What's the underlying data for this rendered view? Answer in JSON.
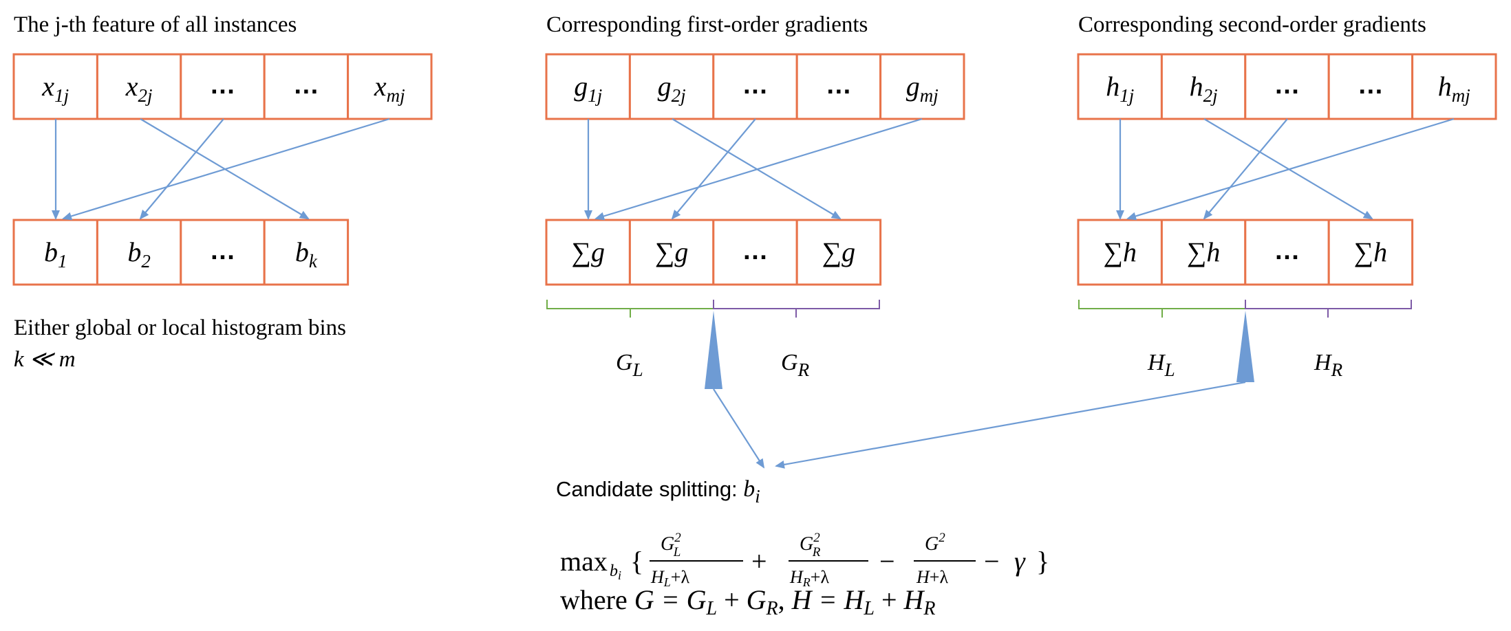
{
  "headings": {
    "features": "The j-th feature of all instances",
    "first_order": "Corresponding first-order gradients",
    "second_order": "Corresponding second-order gradients"
  },
  "features_row": [
    {
      "base": "x",
      "sub": "1j"
    },
    {
      "base": "x",
      "sub": "2j"
    },
    {
      "base": "…",
      "sub": ""
    },
    {
      "base": "…",
      "sub": ""
    },
    {
      "base": "x",
      "sub": "mj"
    }
  ],
  "bins_row": [
    {
      "base": "b",
      "sub": "1"
    },
    {
      "base": "b",
      "sub": "2"
    },
    {
      "base": "…",
      "sub": ""
    },
    {
      "base": "b",
      "sub": "k"
    }
  ],
  "g_row": [
    {
      "base": "g",
      "sub": "1j"
    },
    {
      "base": "g",
      "sub": "2j"
    },
    {
      "base": "…",
      "sub": ""
    },
    {
      "base": "…",
      "sub": ""
    },
    {
      "base": "g",
      "sub": "mj"
    }
  ],
  "sum_g_row": [
    {
      "base": "∑g",
      "sub": ""
    },
    {
      "base": "∑g",
      "sub": ""
    },
    {
      "base": "…",
      "sub": ""
    },
    {
      "base": "∑g",
      "sub": ""
    }
  ],
  "h_row": [
    {
      "base": "h",
      "sub": "1j"
    },
    {
      "base": "h",
      "sub": "2j"
    },
    {
      "base": "…",
      "sub": ""
    },
    {
      "base": "…",
      "sub": ""
    },
    {
      "base": "h",
      "sub": "mj"
    }
  ],
  "sum_h_row": [
    {
      "base": "∑h",
      "sub": ""
    },
    {
      "base": "∑h",
      "sub": ""
    },
    {
      "base": "…",
      "sub": ""
    },
    {
      "base": "∑h",
      "sub": ""
    }
  ],
  "bins_note": {
    "line1": "Either global or local histogram bins",
    "line2": "k ≪ m"
  },
  "labels": {
    "GL": {
      "base": "G",
      "sub": "L"
    },
    "GR": {
      "base": "G",
      "sub": "R"
    },
    "HL": {
      "base": "H",
      "sub": "L"
    },
    "HR": {
      "base": "H",
      "sub": "R"
    }
  },
  "candidate": {
    "text": "Candidate splitting: ",
    "var_base": "b",
    "var_sub": "i"
  },
  "formula": {
    "max": "max",
    "max_sub": "b",
    "max_sub_sub": "i",
    "frac1_num": "G",
    "frac1_num_sup": "2",
    "frac1_num_sub": "L",
    "frac1_den": "H",
    "frac1_den_sub": "L",
    "frac2_num": "G",
    "frac2_num_sup": "2",
    "frac2_num_sub": "R",
    "frac2_den": "H",
    "frac2_den_sub": "R",
    "frac3_num": "G",
    "frac3_num_sup": "2",
    "frac3_den": "H",
    "lambda": "λ",
    "gamma": "γ",
    "where": "where",
    "where_expr_G": "G = G",
    "where_expr_H": "H = H"
  },
  "colors": {
    "cell_border": "#E8734A",
    "arrow": "#6E9BD4",
    "brace_left": "#70AD47",
    "brace_right": "#7D5AA6"
  }
}
